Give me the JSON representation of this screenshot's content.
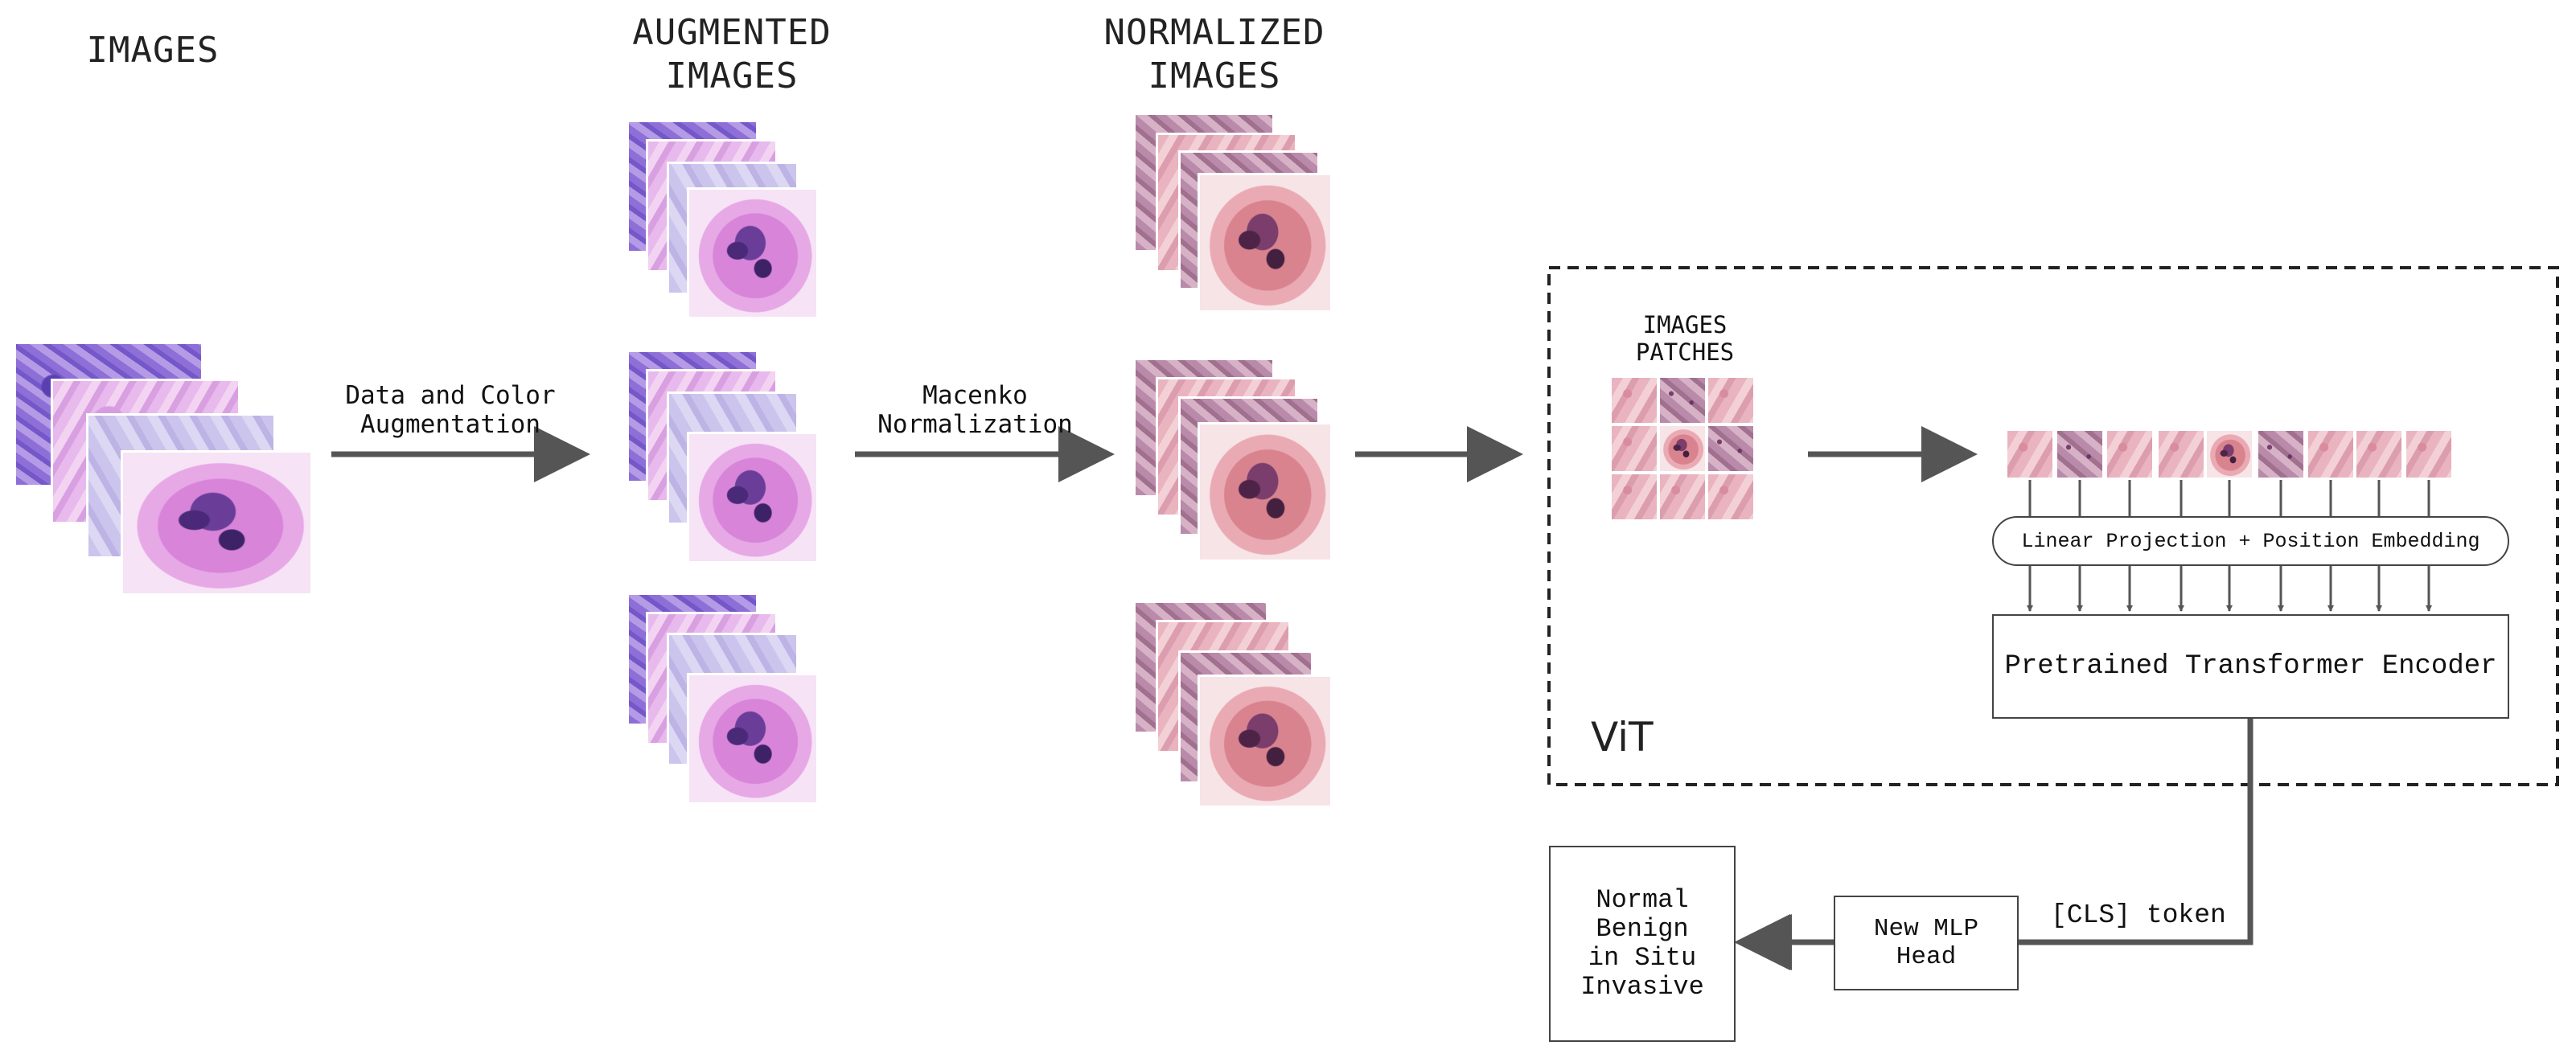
{
  "headings": {
    "images": "IMAGES",
    "augmented": "AUGMENTED\nIMAGES",
    "normalized": "NORMALIZED\nIMAGES"
  },
  "steps": {
    "augmentation": "Data and Color\nAugmentation",
    "normalization": "Macenko\nNormalization"
  },
  "vit": {
    "label": "ViT",
    "patches_label": "IMAGES\nPATCHES",
    "projection_label": "Linear Projection + Position Embedding",
    "encoder_label": "Pretrained Transformer Encoder",
    "cls_label": "[CLS] token",
    "mlp_label": "New MLP\nHead",
    "classes_label": "Normal\nBenign\nin Situ\nInvasive"
  },
  "colors": {
    "line": "#555555",
    "box_border": "#444444"
  }
}
